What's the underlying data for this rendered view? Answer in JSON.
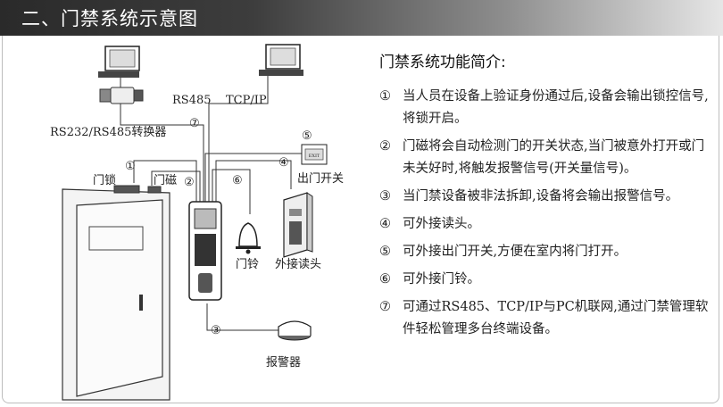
{
  "header": {
    "title": "二、门禁系统示意图"
  },
  "diagram": {
    "label_rs485": "RS485",
    "label_tcpip": "TCP/IP",
    "label_converter": "RS232/RS485转换器",
    "label_lock": "门锁",
    "label_door_sensor": "门磁",
    "label_exit_switch": "出门开关",
    "label_bell": "门铃",
    "label_reader": "外接读头",
    "label_alarm": "报警器",
    "exit_button_text": "EXIT",
    "markers": [
      "①",
      "②",
      "③",
      "④",
      "⑤",
      "⑥",
      "⑦"
    ]
  },
  "panel": {
    "title": "门禁系统功能简介:",
    "items": [
      {
        "num": "①",
        "text": "当人员在设备上验证身份通过后,设备会输出锁控信号,将锁开启。"
      },
      {
        "num": "②",
        "text": "门磁将会自动检测门的开关状态,当门被意外打开或门未关好时,将触发报警信号(开关量信号)。"
      },
      {
        "num": "③",
        "text": "当门禁设备被非法拆卸,设备将会输出报警信号。"
      },
      {
        "num": "④",
        "text": "可外接读头。"
      },
      {
        "num": "⑤",
        "text": "可外接出门开关,方便在室内将门打开。"
      },
      {
        "num": "⑥",
        "text": "可外接门铃。"
      },
      {
        "num": "⑦",
        "text": "可通过RS485、TCP/IP与PC机联网,通过门禁管理软件轻松管理多台终端设备。"
      }
    ]
  }
}
